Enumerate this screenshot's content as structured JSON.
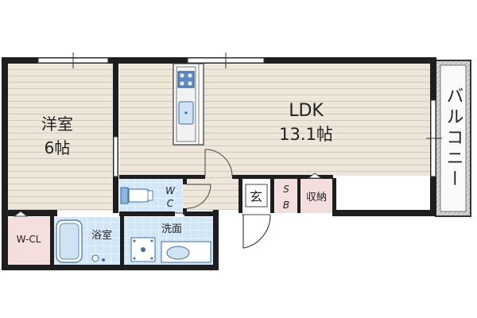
{
  "rooms": {
    "western": {
      "name": "洋室",
      "size": "6帖"
    },
    "ldk": {
      "name": "LDK",
      "size": "13.1帖"
    },
    "balcony": {
      "name": "バルコニー"
    },
    "wc": {
      "line1": "W",
      "line2": "C"
    },
    "entrance": {
      "name": "玄"
    },
    "shoe_box": {
      "line1": "S",
      "line2": "B"
    },
    "storage": {
      "name": "収納"
    },
    "walk_in_closet": {
      "name": "W-CL"
    },
    "bathroom": {
      "name": "浴室"
    },
    "washroom": {
      "name": "洗面"
    }
  },
  "colors": {
    "floor_wood": "#efe6da",
    "floor_line": "#d8c9b4",
    "wet_area": "#d2e6f8",
    "closet_pink": "#f4dede",
    "wall": "#1e1e1e",
    "balcony": "#cfcfcf"
  }
}
